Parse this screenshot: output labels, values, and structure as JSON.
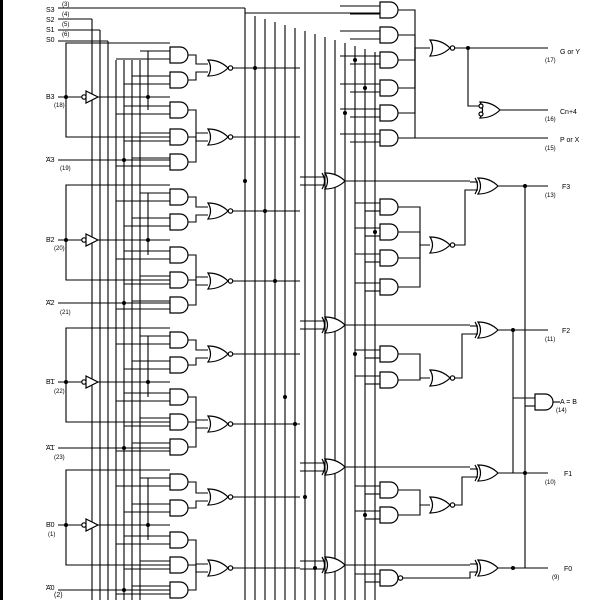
{
  "diagram": {
    "inputs": [
      {
        "name": "S3",
        "pin": "(3)"
      },
      {
        "name": "S2",
        "pin": "(4)"
      },
      {
        "name": "S1",
        "pin": "(5)"
      },
      {
        "name": "S0",
        "pin": "(6)"
      },
      {
        "name": "B3",
        "pin": "(18)",
        "active_low": true
      },
      {
        "name": "A3",
        "pin": "(19)",
        "active_low": true
      },
      {
        "name": "B2",
        "pin": "(20)",
        "active_low": true
      },
      {
        "name": "A2",
        "pin": "(21)",
        "active_low": true
      },
      {
        "name": "B1",
        "pin": "(22)",
        "active_low": true
      },
      {
        "name": "A1",
        "pin": "(23)",
        "active_low": true
      },
      {
        "name": "B0",
        "pin": "(1)",
        "active_low": true
      },
      {
        "name": "A0",
        "pin": "(2)",
        "active_low": true
      }
    ],
    "outputs": [
      {
        "name": "G or Y",
        "pin": "(17)"
      },
      {
        "name": "Cn+4",
        "pin": "(16)"
      },
      {
        "name": "P or X",
        "pin": "(15)"
      },
      {
        "name": "F3",
        "pin": "(13)"
      },
      {
        "name": "F2",
        "pin": "(11)"
      },
      {
        "name": "A = B",
        "pin": "(14)"
      },
      {
        "name": "F1",
        "pin": "(10)"
      },
      {
        "name": "F0",
        "pin": "(9)"
      }
    ],
    "line_color": "#000000",
    "background": "#ffffff"
  }
}
